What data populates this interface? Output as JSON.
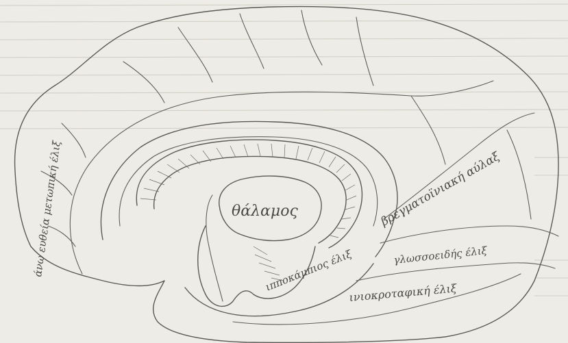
{
  "labels": {
    "thalamus": "θάλαμος",
    "parieto_occipital_sulcus": "βρεγματοϊνιακή αύλαξ",
    "lingual_gyrus": "γλωσσοειδής έλιξ",
    "hippocampal_gyrus": "ιπποκάμπιος έλιξ",
    "occipitotemporal_gyrus": "ινιοκροταφική έλιξ",
    "superior_frontal_gyrus": "άνω ευθεία μετωπική έλιξ"
  },
  "colors": {
    "paper": "#eeece6",
    "ink": "#5a5955",
    "bleed_through": "#cfccc3"
  }
}
